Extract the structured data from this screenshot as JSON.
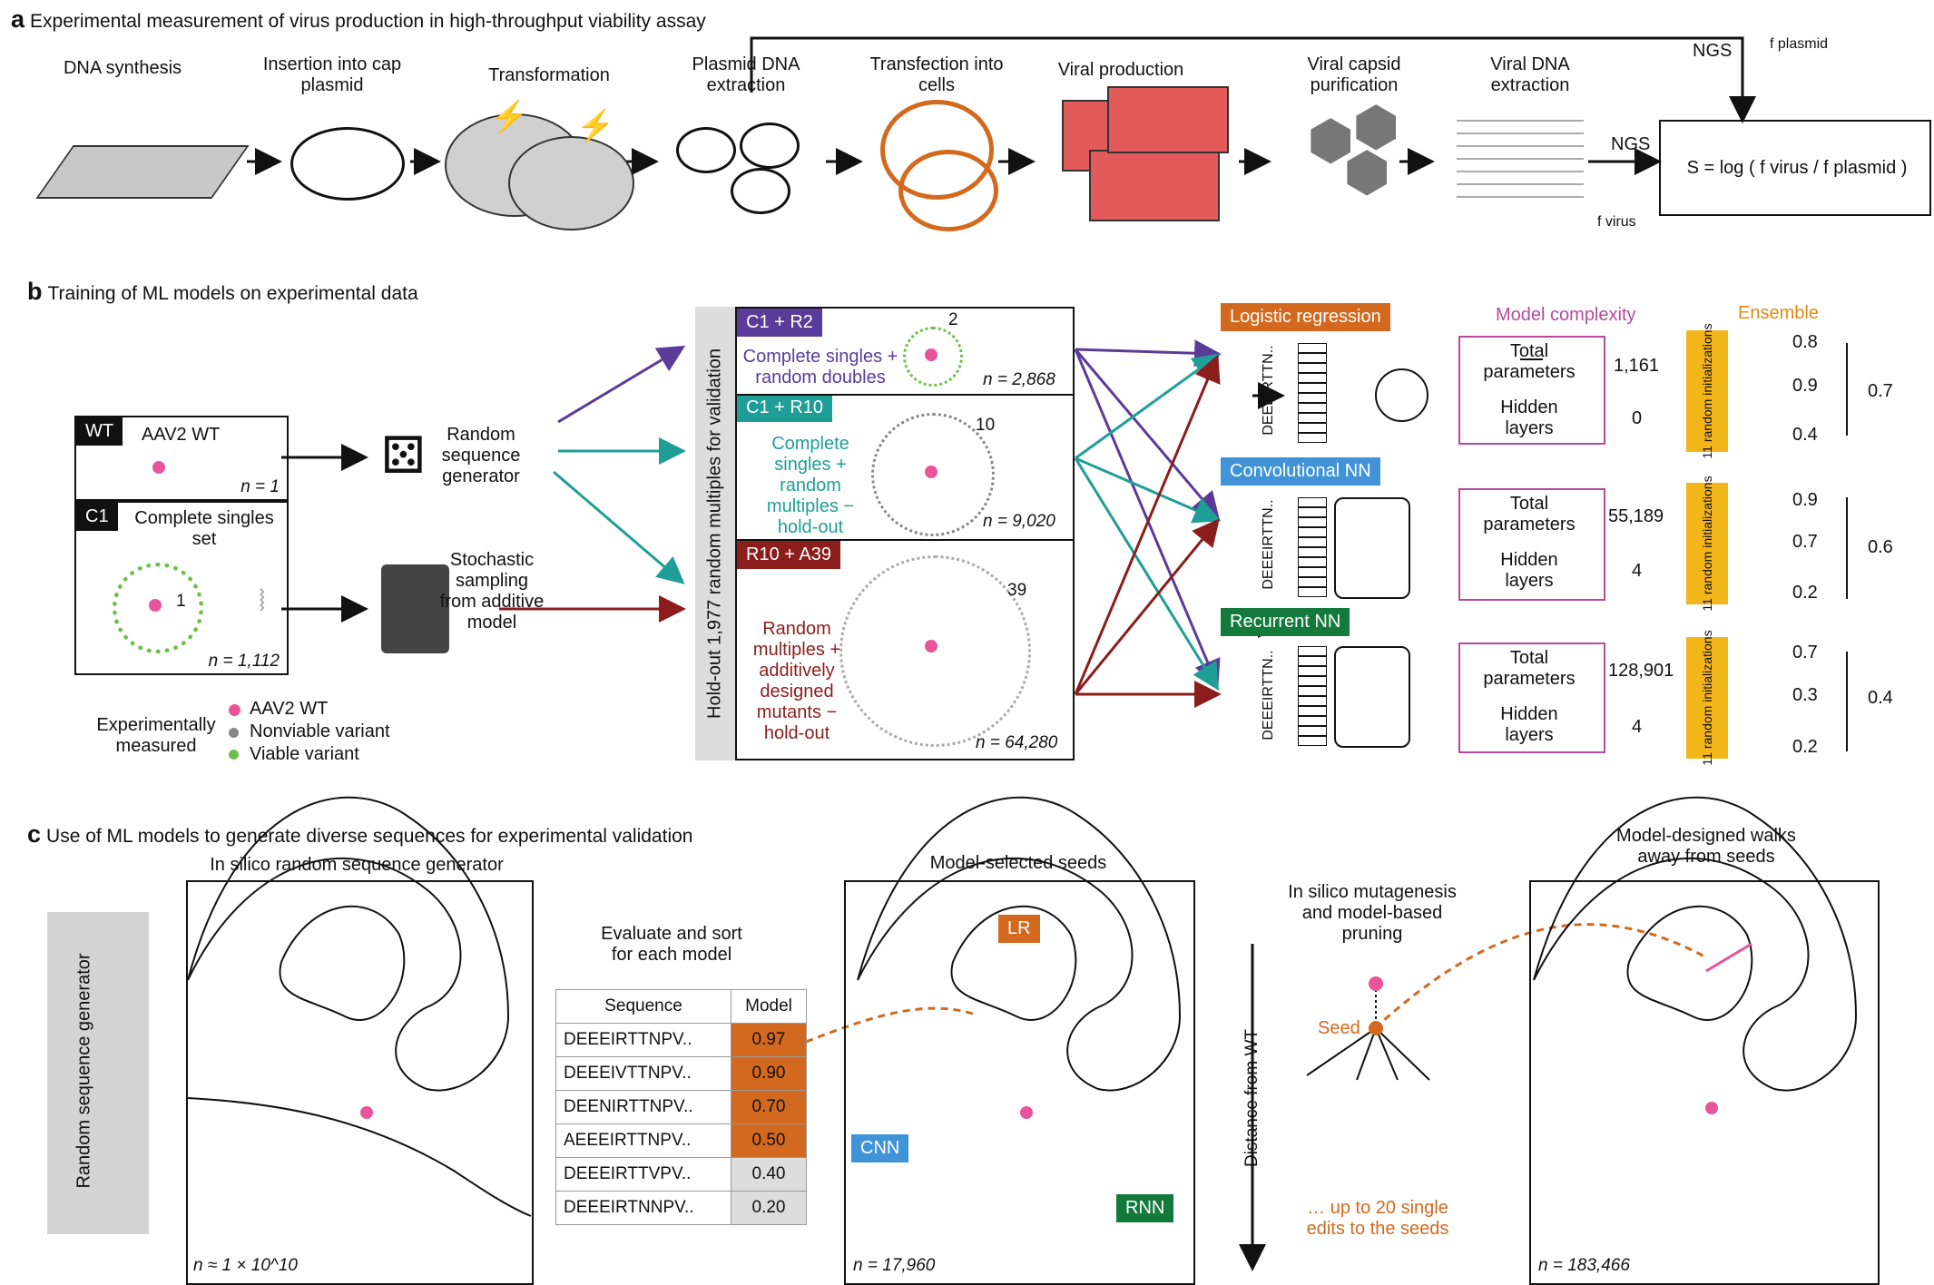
{
  "a": {
    "header": "Experimental measurement of virus production in high-throughput viability assay",
    "steps": [
      "DNA synthesis",
      "Insertion into cap plasmid",
      "Transformation",
      "Plasmid DNA extraction",
      "Transfection into cells",
      "Viral production",
      "Viral capsid purification",
      "Viral DNA extraction"
    ],
    "ngs": "NGS",
    "f_plasmid": "f plasmid",
    "f_virus": "f virus",
    "formula": "S = log ( f virus / f plasmid )"
  },
  "b": {
    "header": "Training of ML models on experimental data",
    "wt": {
      "tag": "WT",
      "title": "AAV2 WT",
      "n": "n = 1"
    },
    "c1": {
      "tag": "C1",
      "title": "Complete singles set",
      "n": "n = 1,112",
      "radius": "1"
    },
    "gen_random": "Random sequence generator",
    "gen_stoch": "Stochastic sampling from additive model",
    "legend": {
      "measured": "Experimentally measured",
      "wt": "AAV2 WT",
      "nonviable": "Nonviable variant",
      "viable": "Viable variant"
    },
    "holdout": "Hold-out 1,977 random multiples for validation",
    "sets": [
      {
        "tag": "C1 + R2",
        "desc": "Complete singles + random doubles",
        "n": "n = 2,868",
        "r": "2",
        "color": "#5b3b9a"
      },
      {
        "tag": "C1 + R10",
        "desc": "Complete singles + random multiples − hold-out",
        "n": "n = 9,020",
        "r": "10",
        "color": "#1e9e97"
      },
      {
        "tag": "R10 + A39",
        "desc": "Random multiples + additively designed mutants − hold-out",
        "n": "n = 64,280",
        "r": "39",
        "color": "#8b1d1d"
      }
    ],
    "models": [
      {
        "name": "Logistic regression",
        "color": "#d2691e",
        "params": "1,161",
        "hidden": "0",
        "ens": [
          "0.8",
          "0.9",
          "0.4"
        ],
        "mean": "0.7"
      },
      {
        "name": "Convolutional NN",
        "color": "#3f93d6",
        "params": "55,189",
        "hidden": "4",
        "ens": [
          "0.9",
          "0.7",
          "0.2"
        ],
        "mean": "0.6"
      },
      {
        "name": "Recurrent NN",
        "color": "#137a3b",
        "params": "128,901",
        "hidden": "4",
        "ens": [
          "0.7",
          "0.3",
          "0.2"
        ],
        "mean": "0.4"
      }
    ],
    "complexity": "Model complexity",
    "total_params": "Total parameters",
    "hidden_layers": "Hidden layers",
    "ensemble": "Ensemble",
    "rand_init": "11 random initializations",
    "seq_label": "DEEEIRTTN.."
  },
  "c": {
    "header": "Use of ML models to generate diverse sequences for experimental validation",
    "gen_title": "In silico random sequence generator",
    "gen_arrow": "Random sequence generator",
    "gen_n": "n ≈ 1 × 10^10",
    "eval": "Evaluate and sort for each model",
    "table": {
      "headers": [
        "Sequence",
        "Model"
      ],
      "rows": [
        [
          "DEEEIRTTNPV..",
          "0.97"
        ],
        [
          "DEEEIVTTNPV..",
          "0.90"
        ],
        [
          "DEENIRTTNPV..",
          "0.70"
        ],
        [
          "AEEEIRTTNPV..",
          "0.50"
        ],
        [
          "DEEEIRTTVPV..",
          "0.40"
        ],
        [
          "DEEEIRTNNPV..",
          "0.20"
        ]
      ]
    },
    "seeds_title": "Model-selected seeds",
    "lr": "LR",
    "cnn": "CNN",
    "rnn": "RNN",
    "seeds_n": "n = 17,960",
    "mut_title": "In silico mutagenesis and model-based pruning",
    "seed": "Seed",
    "dist": "Distance from WT",
    "edits": "… up to 20 single edits to the seeds",
    "walks_title": "Model-designed walks away from seeds",
    "walks_n": "n = 183,466"
  },
  "colors": {
    "pink": "#e8549b",
    "orange": "#d2691e",
    "teal": "#1e9e97",
    "purple": "#5b3b9a",
    "red": "#8b1d1d",
    "blue": "#3f93d6",
    "green": "#137a3b",
    "gold": "#f2b51a",
    "magenta": "#b54a9e"
  }
}
